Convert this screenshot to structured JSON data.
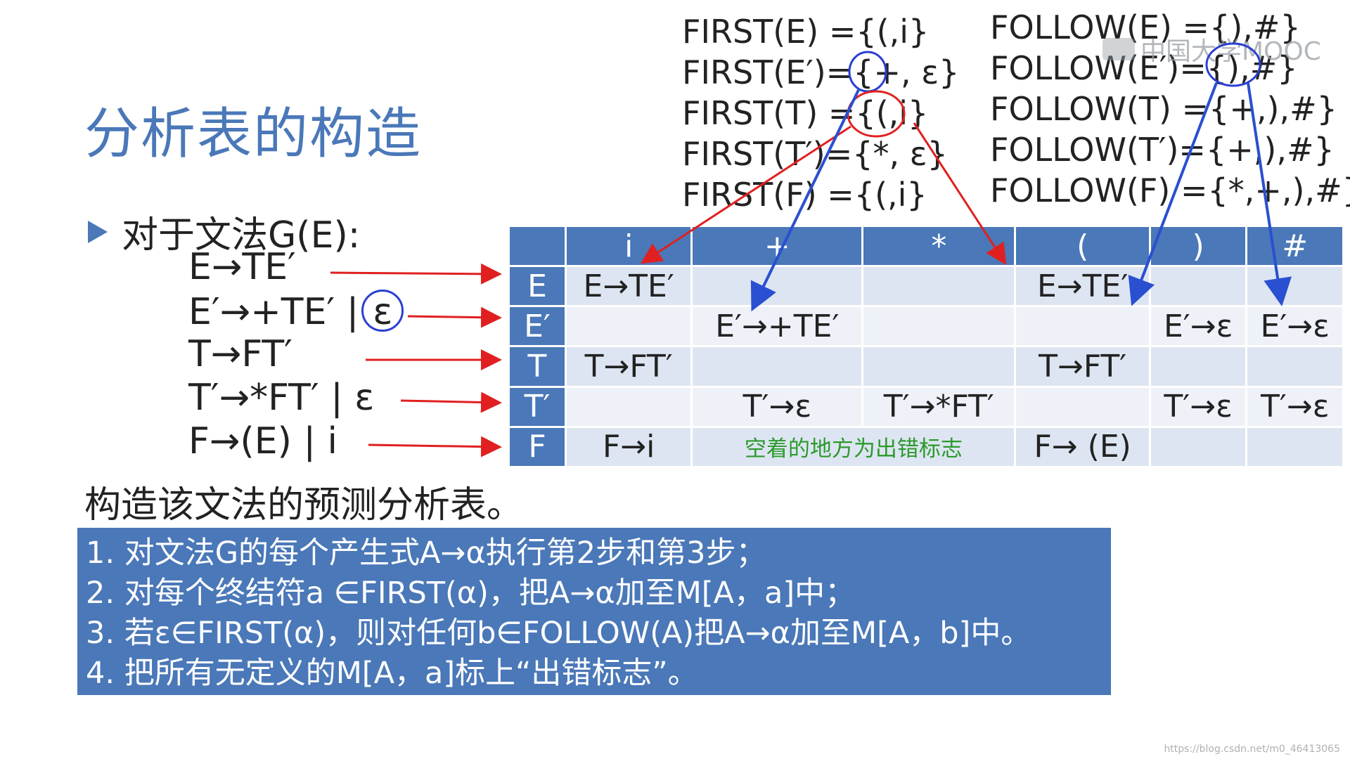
{
  "slide": {
    "title": "分析表的构造",
    "grammar_intro": "对于文法G(E):",
    "productions": [
      "E→TE′",
      "E′→+TE′ |",
      "T→FT′",
      "T′→*FT′ | ε",
      "F→(E) | i"
    ],
    "epsilon_circled": "ε",
    "construct_text": "构造该文法的预测分析表。",
    "first_sets": [
      "FIRST(E) ={(,i}",
      "FIRST(E′)={+, ε}",
      "FIRST(T) ={(,i}",
      "FIRST(T′)={*, ε}",
      "FIRST(F) ={(,i}"
    ],
    "follow_sets": [
      "FOLLOW(E) ={),#}",
      "FOLLOW(E′)={),#}",
      "FOLLOW(T) ={+,),#}",
      "FOLLOW(T′)={+,),#}",
      "FOLLOW(F) ={*,+,),#}"
    ],
    "table": {
      "headers": [
        "",
        "i",
        "+",
        "*",
        "(",
        ")",
        "#"
      ],
      "rows": [
        {
          "nt": "E",
          "cells": [
            "E→TE′",
            "",
            "",
            "E→TE′",
            "",
            ""
          ]
        },
        {
          "nt": "E′",
          "cells": [
            "",
            "E′→+TE′",
            "",
            "",
            "E′→ε",
            "E′→ε"
          ]
        },
        {
          "nt": "T",
          "cells": [
            "T→FT′",
            "",
            "",
            "T→FT′",
            "",
            ""
          ]
        },
        {
          "nt": "T′",
          "cells": [
            "",
            "T′→ε",
            "T′→*FT′",
            "",
            "T′→ε",
            "T′→ε"
          ]
        },
        {
          "nt": "F",
          "cells": [
            "F→i",
            "",
            "",
            "F→ (E)",
            "",
            ""
          ]
        }
      ],
      "note": "空着的地方为出错标志"
    },
    "steps": [
      "1. 对文法G的每个产生式A→α执行第2步和第3步；",
      "2. 对每个终结符a ∈FIRST(α)，把A→α加至M[A，a]中；",
      "3. 若ε∈FIRST(α)，则对任何b∈FOLLOW(A)把A→α加至M[A，b]中。",
      "4. 把所有无定义的M[A，a]标上“出错标志”。"
    ],
    "watermark": "中国大学MOOC",
    "source_url": "https://blog.csdn.net/m0_46413065"
  },
  "colors": {
    "accent": "#4a78b8",
    "arrow_red": "#e02020",
    "arrow_blue": "#2a4fd0",
    "note_green": "#2c9a2c"
  }
}
